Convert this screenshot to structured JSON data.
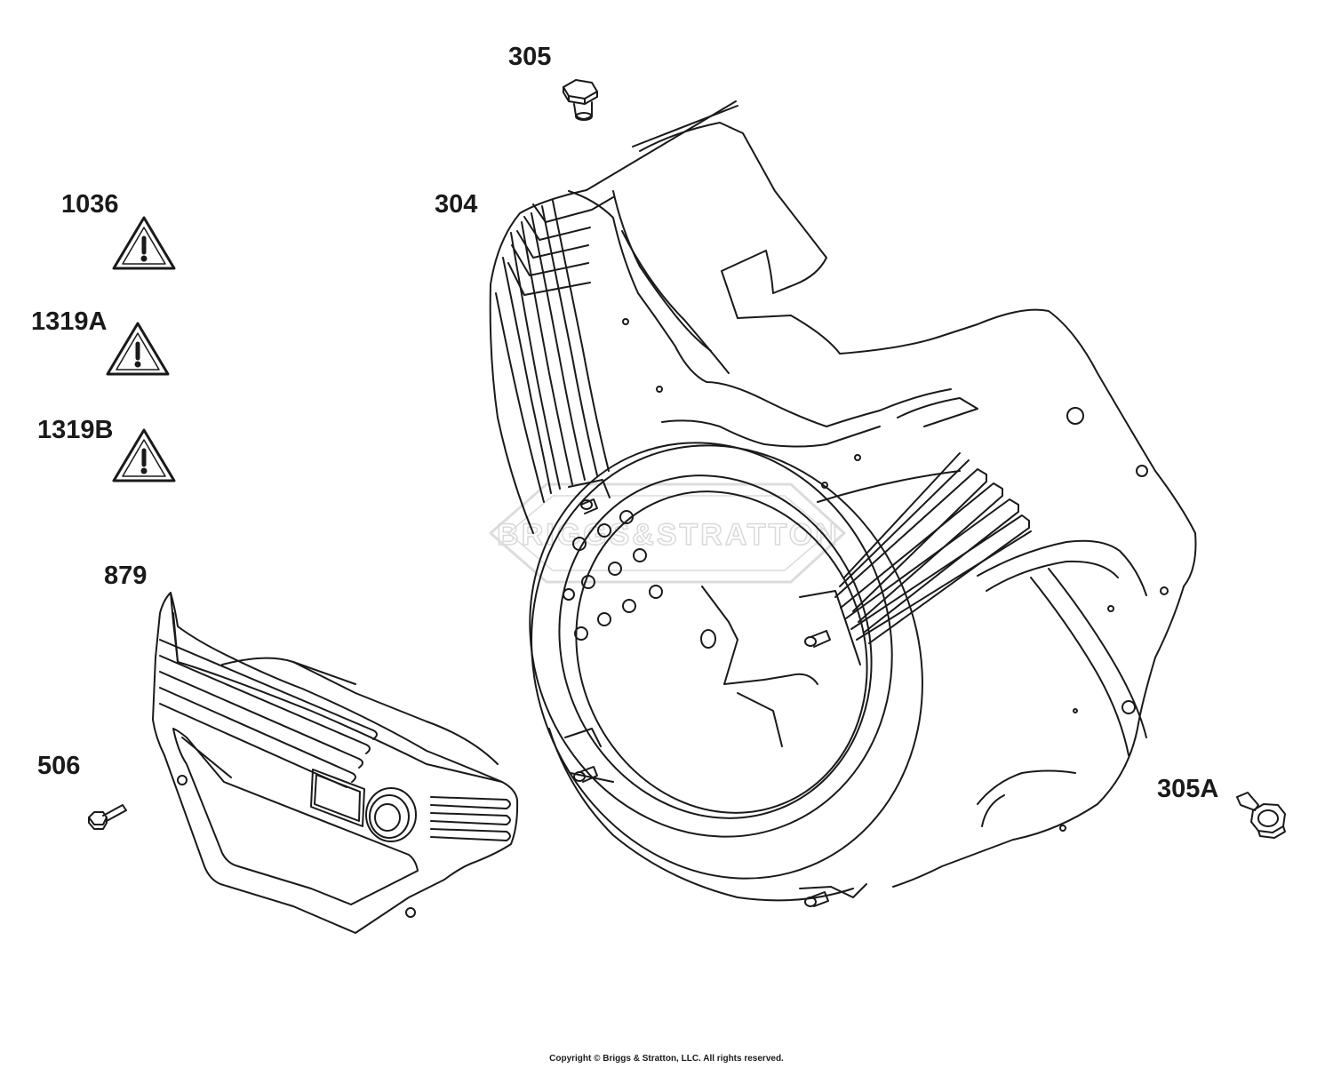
{
  "callouts": {
    "p305": "305",
    "p304": "304",
    "p1036": "1036",
    "p1319a": "1319A",
    "p1319b": "1319B",
    "p879": "879",
    "p506": "506",
    "p305a": "305A"
  },
  "watermark": "BRIGGS&STRATTON",
  "copyright": "Copyright © Briggs & Stratton, LLC. All rights reserved.",
  "icons": {
    "warning": "warning-triangle-icon"
  },
  "colors": {
    "line": "#1a1a1a",
    "watermark": "#d9d9d9",
    "background": "#ffffff"
  }
}
